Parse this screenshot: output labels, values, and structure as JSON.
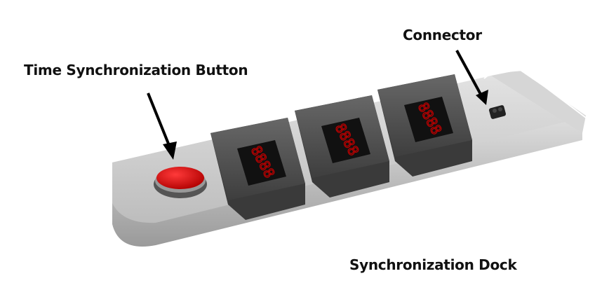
{
  "diagram": {
    "labels": {
      "button": "Time Synchronization Button",
      "connector": "Connector",
      "dock": "Synchronization Dock"
    },
    "displays": [
      {
        "digits": "8888"
      },
      {
        "digits": "8888"
      },
      {
        "digits": "8888"
      }
    ],
    "colors": {
      "button": "#d40000",
      "display_segment": "#c00000",
      "dock": "#c8c8c8",
      "module": "#555555"
    }
  }
}
